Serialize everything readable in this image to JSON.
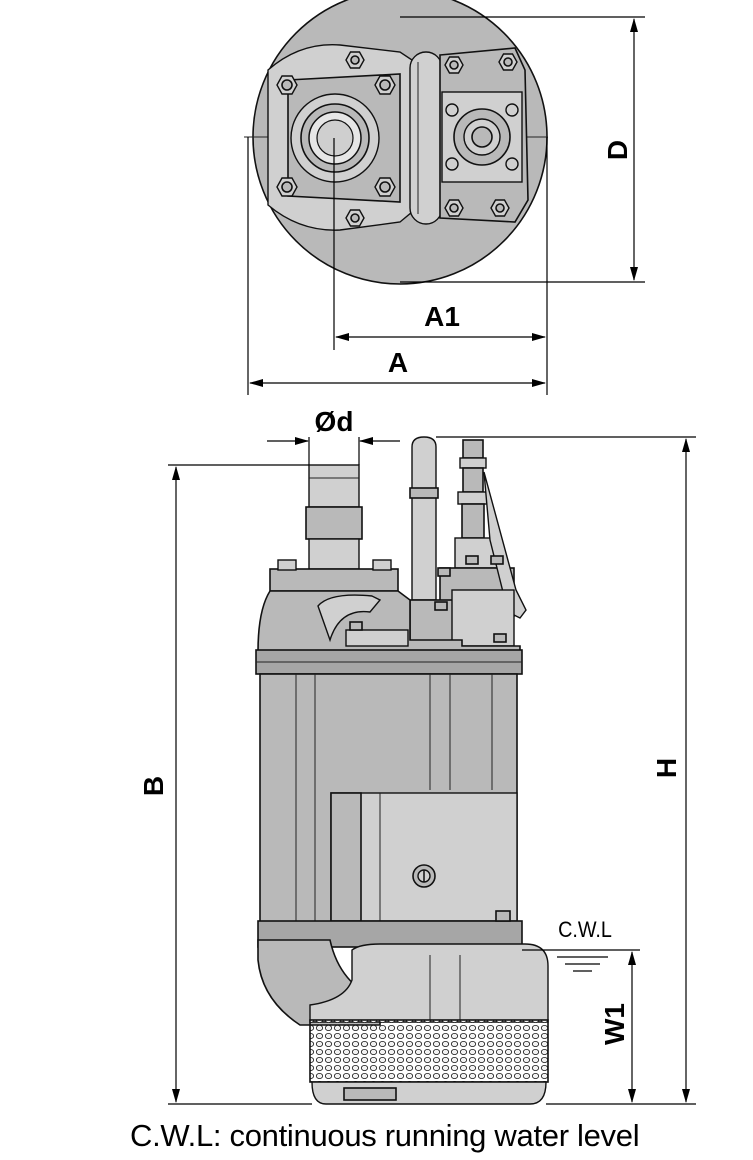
{
  "dimensions": {
    "a1": "A1",
    "a": "A",
    "d": "D",
    "od": "Ød",
    "b": "B",
    "h": "H",
    "w1": "W1",
    "cwl": "C.W.L"
  },
  "footnote": "C.W.L: continuous running water level",
  "colors": {
    "body": "#b9b9b9",
    "outline": "#111111"
  }
}
